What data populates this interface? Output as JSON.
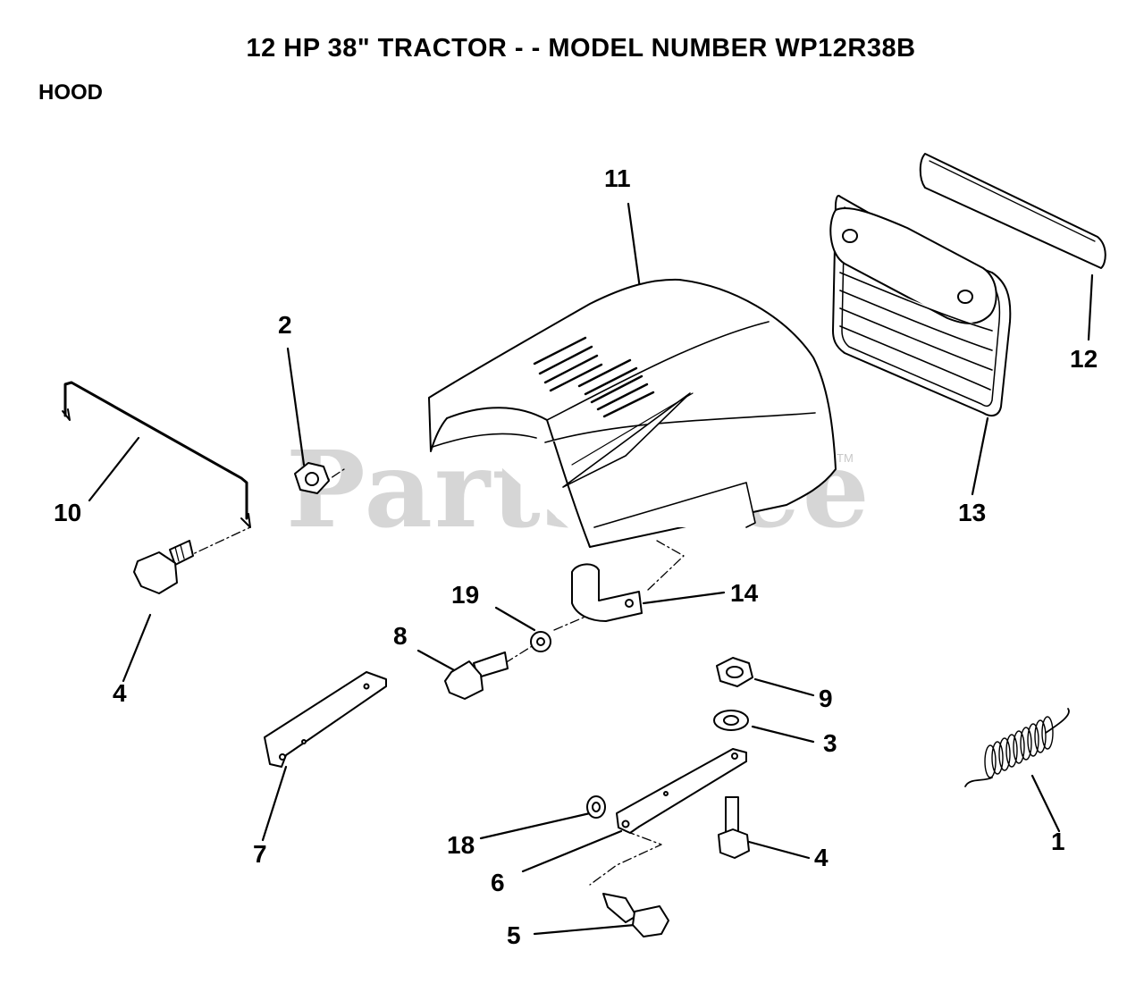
{
  "header": {
    "title": "12 HP 38\" TRACTOR - - MODEL NUMBER WP12R38B",
    "section": "HOOD"
  },
  "watermark": {
    "text": "PartsTree",
    "tm": "TM"
  },
  "callouts": [
    "11",
    "2",
    "12",
    "10",
    "13",
    "19",
    "14",
    "8",
    "4",
    "9",
    "3",
    "7",
    "1",
    "18",
    "4",
    "6",
    "5"
  ]
}
